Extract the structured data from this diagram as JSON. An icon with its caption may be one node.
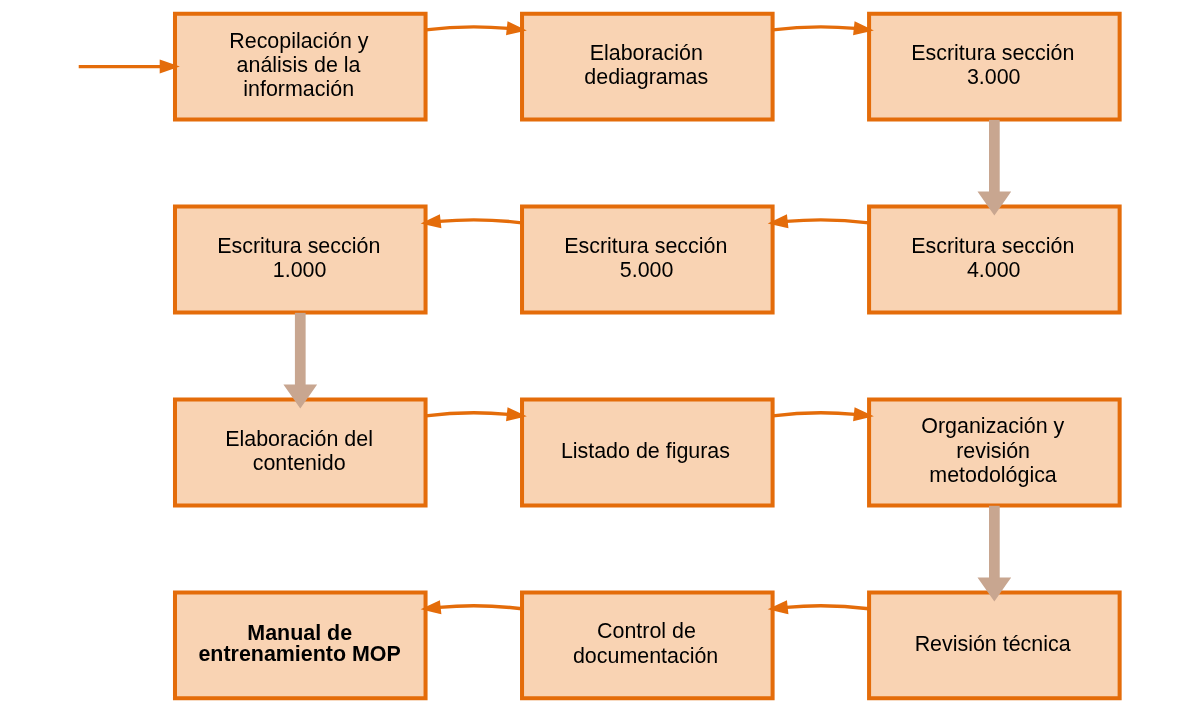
{
  "diagram": {
    "nodes": [
      {
        "text": [
          "Recopilación y análisis de la información"
        ]
      },
      {
        "text": [
          "Elaboración dediagramas"
        ]
      },
      {
        "text": [
          "Escritura sección 3.000"
        ]
      },
      {
        "text": [
          "Escritura sección 4.000"
        ]
      },
      {
        "text": [
          "Escritura sección 5.000"
        ]
      },
      {
        "text": [
          "Escritura sección 1.000"
        ]
      },
      {
        "text": [
          "Elaboración del contenido"
        ]
      },
      {
        "text": [
          "Listado de figuras"
        ]
      },
      {
        "text": [
          "Organización y revisión metodológica"
        ]
      },
      {
        "text": [
          "Revisión técnica"
        ]
      },
      {
        "text": [
          "Control de documentación"
        ]
      },
      {
        "text": [
          "Manual de entrenamiento MOP"
        ]
      }
    ],
    "edges": [
      {
        "from": null,
        "to": 0,
        "arrow": "to"
      },
      {
        "from": 0,
        "to": 1,
        "arrow": "to"
      },
      {
        "from": 1,
        "to": 2,
        "arrow": "to"
      },
      {
        "from": 2,
        "to": 3,
        "arrow": "to",
        "style": "thick",
        "color": "#c8a690"
      },
      {
        "from": 3,
        "to": 4,
        "arrow": "to"
      },
      {
        "from": 4,
        "to": 5,
        "arrow": "to"
      },
      {
        "from": 5,
        "to": 6,
        "arrow": "to",
        "style": "thick",
        "color": "#c8a690"
      },
      {
        "from": 6,
        "to": 7,
        "arrow": "to"
      },
      {
        "from": 7,
        "to": 8,
        "arrow": "to"
      },
      {
        "from": 8,
        "to": 9,
        "arrow": "to",
        "style": "thick",
        "color": "#c8a690"
      },
      {
        "from": 9,
        "to": 10,
        "arrow": "to"
      },
      {
        "from": 10,
        "to": 11,
        "arrow": "to"
      }
    ]
  }
}
